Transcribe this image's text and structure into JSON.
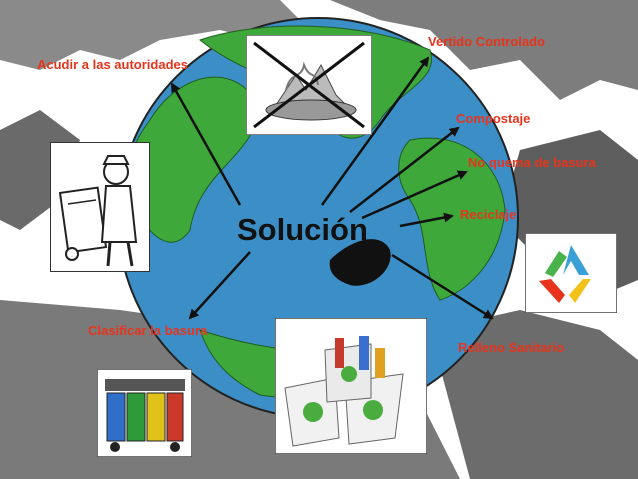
{
  "center_label": "Solución",
  "branches": {
    "vertido": "Vertido Controlado",
    "autoridades": "Acudir a las autoridades",
    "compostaje": "Compostaje",
    "no_quema": "No quema de basura",
    "reciclaje": "Reciclaje",
    "clasificar": "Clasificar la basura",
    "relleno": "Relleno Sanitario"
  },
  "colors": {
    "label": "#e8341c",
    "globe_ocean": "#3b8fc6",
    "globe_land": "#3ea83a",
    "arrow": "#111111",
    "map_gray": "#6f6f6f"
  },
  "icons": {
    "no_burning": "crossed-out-burning-trash-icon",
    "worker": "sanitation-worker-with-bin-icon",
    "recycle": "recycle-symbol-icon",
    "sorting_bins": "sorting-bins-icon",
    "recycle_boxes": "recycling-boxes-icon"
  }
}
